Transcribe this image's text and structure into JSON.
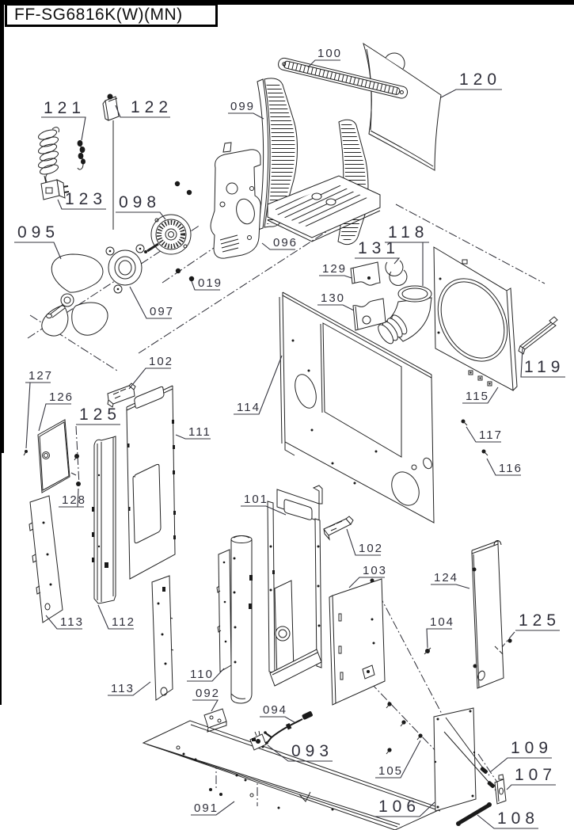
{
  "title": "FF-SG6816K(W)(MN)",
  "diagram": {
    "line_color": "#222222",
    "label_color": "#2f2f3a",
    "labels": {
      "p121": "121",
      "p122": "122",
      "p123": "123",
      "p098": "098",
      "p095": "095",
      "p099": "099",
      "p100": "100",
      "p120": "120",
      "p096": "096",
      "p019": "019",
      "p097": "097",
      "p118": "118",
      "p131": "131",
      "p129": "129",
      "p130": "130",
      "p115": "115",
      "p119": "119",
      "p117": "117",
      "p116": "116",
      "p114": "114",
      "p102a": "102",
      "p127": "127",
      "p126": "126",
      "p125a": "125",
      "p128": "128",
      "p111": "111",
      "p112": "112",
      "p113a": "113",
      "p113b": "113",
      "p101": "101",
      "p102b": "102",
      "p103": "103",
      "p124": "124",
      "p104": "104",
      "p125b": "125",
      "p110": "110",
      "p092": "092",
      "p094": "094",
      "p093": "093",
      "p091": "091",
      "p105": "105",
      "p106": "106",
      "p109": "109",
      "p107": "107",
      "p108": "108"
    }
  }
}
